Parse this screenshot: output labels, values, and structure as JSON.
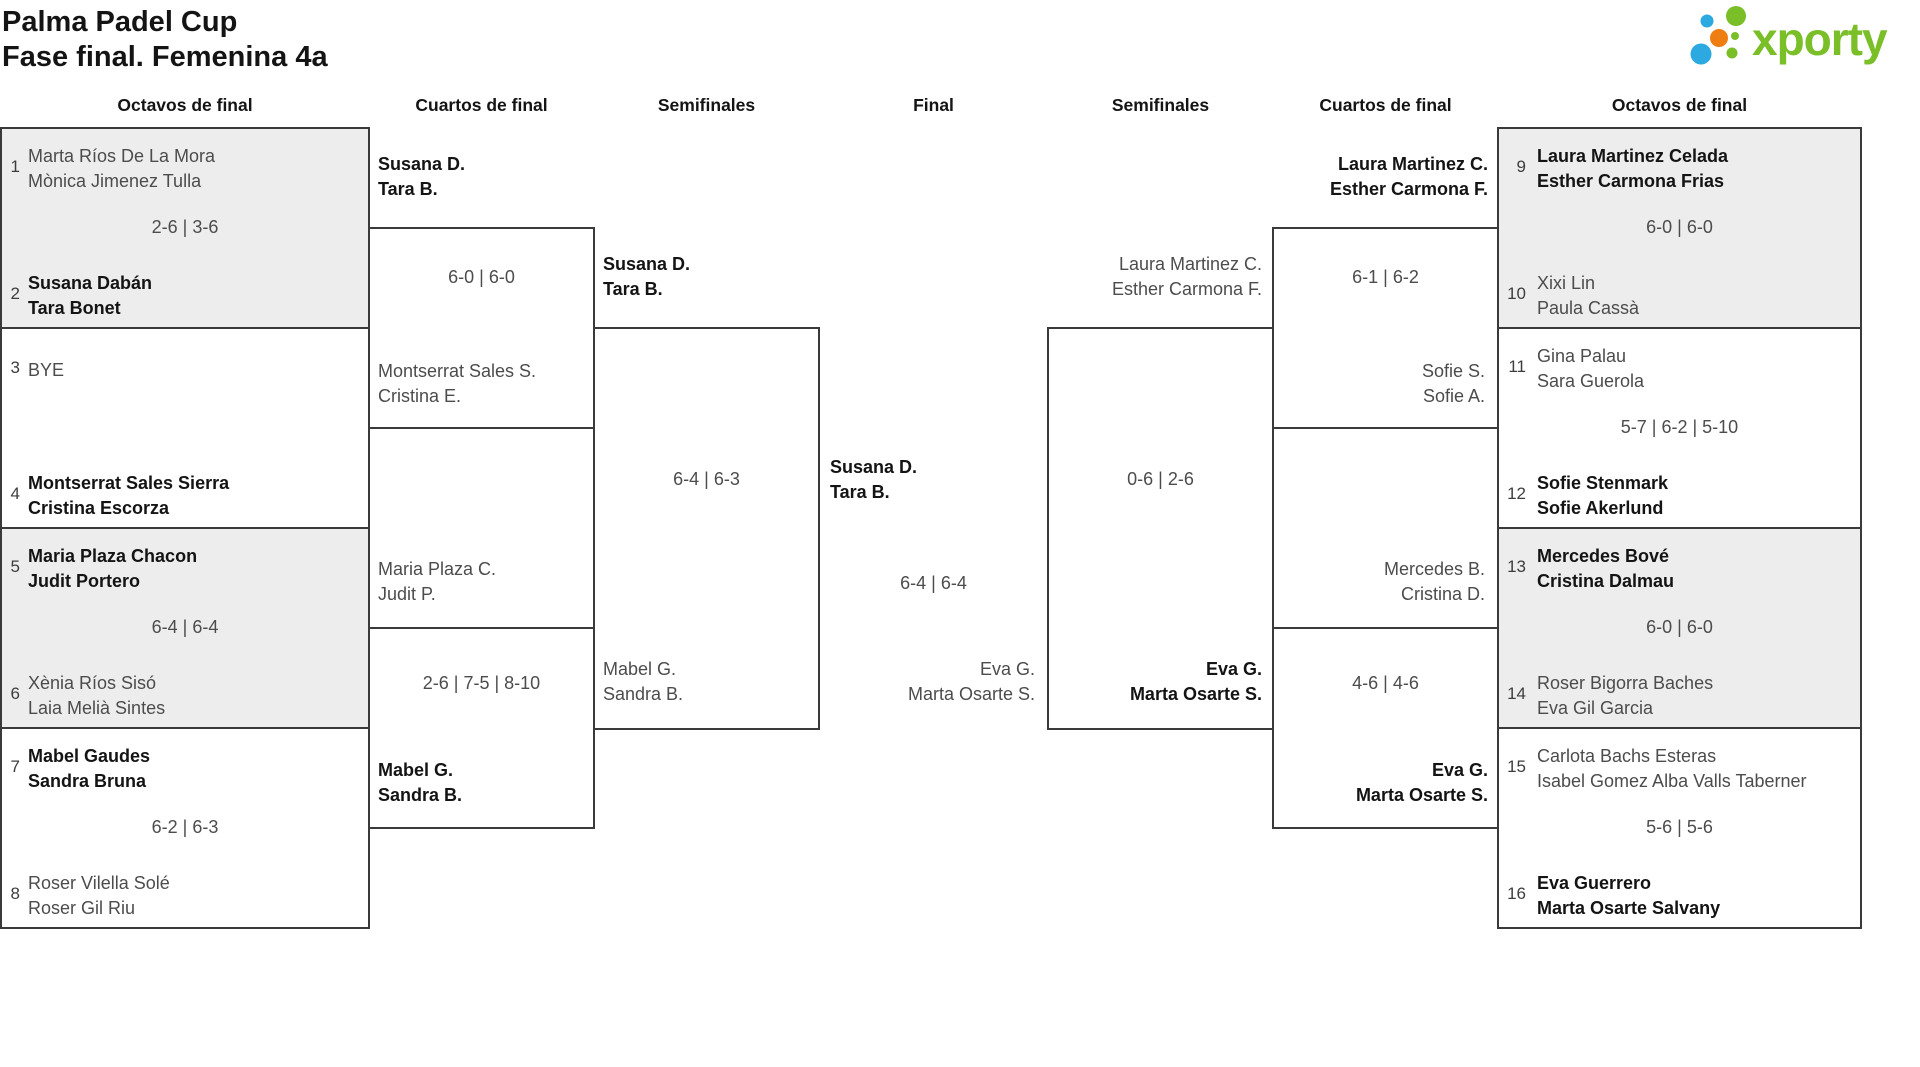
{
  "title": {
    "line1": "Palma Padel Cup",
    "line2": "Fase final. Femenina 4a"
  },
  "logo": {
    "brand": "xporty"
  },
  "round_headers": [
    "Octavos de final",
    "Cuartos de final",
    "Semifinales",
    "Final",
    "Semifinales",
    "Cuartos de final",
    "Octavos de final"
  ],
  "octavos": {
    "left": [
      {
        "seed1": "1",
        "team1": [
          "Marta Ríos De La Mora",
          "Mònica Jimenez Tulla"
        ],
        "score": "2-6 | 3-6",
        "seed2": "2",
        "team2": [
          "Susana Dabán",
          "Tara Bonet"
        ],
        "winner": "team2"
      },
      {
        "seed1": "3",
        "team1": [
          "BYE"
        ],
        "score": "",
        "seed2": "4",
        "team2": [
          "Montserrat Sales Sierra",
          "Cristina Escorza"
        ],
        "winner": "team2"
      },
      {
        "seed1": "5",
        "team1": [
          "Maria Plaza Chacon",
          "Judit Portero"
        ],
        "score": "6-4 | 6-4",
        "seed2": "6",
        "team2": [
          "Xènia Ríos Sisó",
          "Laia Melià Sintes"
        ],
        "winner": "team1"
      },
      {
        "seed1": "7",
        "team1": [
          "Mabel Gaudes",
          "Sandra Bruna"
        ],
        "score": "6-2 | 6-3",
        "seed2": "8",
        "team2": [
          "Roser Vilella Solé",
          "Roser Gil Riu"
        ],
        "winner": "team1"
      }
    ],
    "right": [
      {
        "seed1": "9",
        "team1": [
          "Laura Martinez Celada",
          "Esther Carmona Frias"
        ],
        "score": "6-0 | 6-0",
        "seed2": "10",
        "team2": [
          "Xixi Lin",
          "Paula Cassà"
        ],
        "winner": "team1"
      },
      {
        "seed1": "11",
        "team1": [
          "Gina Palau",
          "Sara Guerola"
        ],
        "score": "5-7 | 6-2 | 5-10",
        "seed2": "12",
        "team2": [
          "Sofie Stenmark",
          "Sofie Akerlund"
        ],
        "winner": "team2"
      },
      {
        "seed1": "13",
        "team1": [
          "Mercedes Bové",
          "Cristina Dalmau"
        ],
        "score": "6-0 | 6-0",
        "seed2": "14",
        "team2": [
          "Roser Bigorra Baches",
          "Eva Gil Garcia"
        ],
        "winner": "team1"
      },
      {
        "seed1": "15",
        "team1": [
          "Carlota Bachs Esteras",
          "Isabel Gomez Alba Valls Taberner"
        ],
        "score": "5-6 | 5-6",
        "seed2": "16",
        "team2": [
          "Eva Guerrero",
          "Marta Osarte Salvany"
        ],
        "winner": "team2"
      }
    ]
  },
  "cuartos": {
    "left": [
      {
        "team1": [
          "Susana D.",
          "Tara B."
        ],
        "score": "6-0 | 6-0",
        "team2": [
          "Montserrat Sales S.",
          "Cristina E."
        ],
        "winner": "team1"
      },
      {
        "team1": [
          "Maria Plaza C.",
          "Judit P."
        ],
        "score": "2-6 | 7-5 | 8-10",
        "team2": [
          "Mabel G.",
          "Sandra B."
        ],
        "winner": "team2"
      }
    ],
    "right": [
      {
        "team1": [
          "Laura Martinez C.",
          "Esther Carmona F."
        ],
        "score": "6-1 | 6-2",
        "team2": [
          "Sofie S.",
          "Sofie A."
        ],
        "winner": "team1"
      },
      {
        "team1": [
          "Mercedes B.",
          "Cristina D."
        ],
        "score": "4-6 | 4-6",
        "team2": [
          "Eva G.",
          "Marta Osarte S."
        ],
        "winner": "team2"
      }
    ]
  },
  "semifinales": {
    "left": {
      "team1": [
        "Susana D.",
        "Tara B."
      ],
      "score": "6-4 | 6-3",
      "team2": [
        "Mabel G.",
        "Sandra B."
      ],
      "winner": "team1"
    },
    "right": {
      "team1": [
        "Laura Martinez C.",
        "Esther Carmona F."
      ],
      "score": "0-6 | 2-6",
      "team2": [
        "Eva G.",
        "Marta Osarte S."
      ],
      "winner": "team2"
    }
  },
  "final": {
    "team1": [
      "Susana D.",
      "Tara B."
    ],
    "score": "6-4 | 6-4",
    "team2": [
      "Eva G.",
      "Marta Osarte S."
    ],
    "winner": "team1"
  },
  "colors": {
    "accent_green": "#7abe28",
    "accent_blue": "#2ba9e0",
    "accent_orange": "#ee7d12",
    "box_fill": "#ededed",
    "box_border": "#3a3a3a"
  }
}
